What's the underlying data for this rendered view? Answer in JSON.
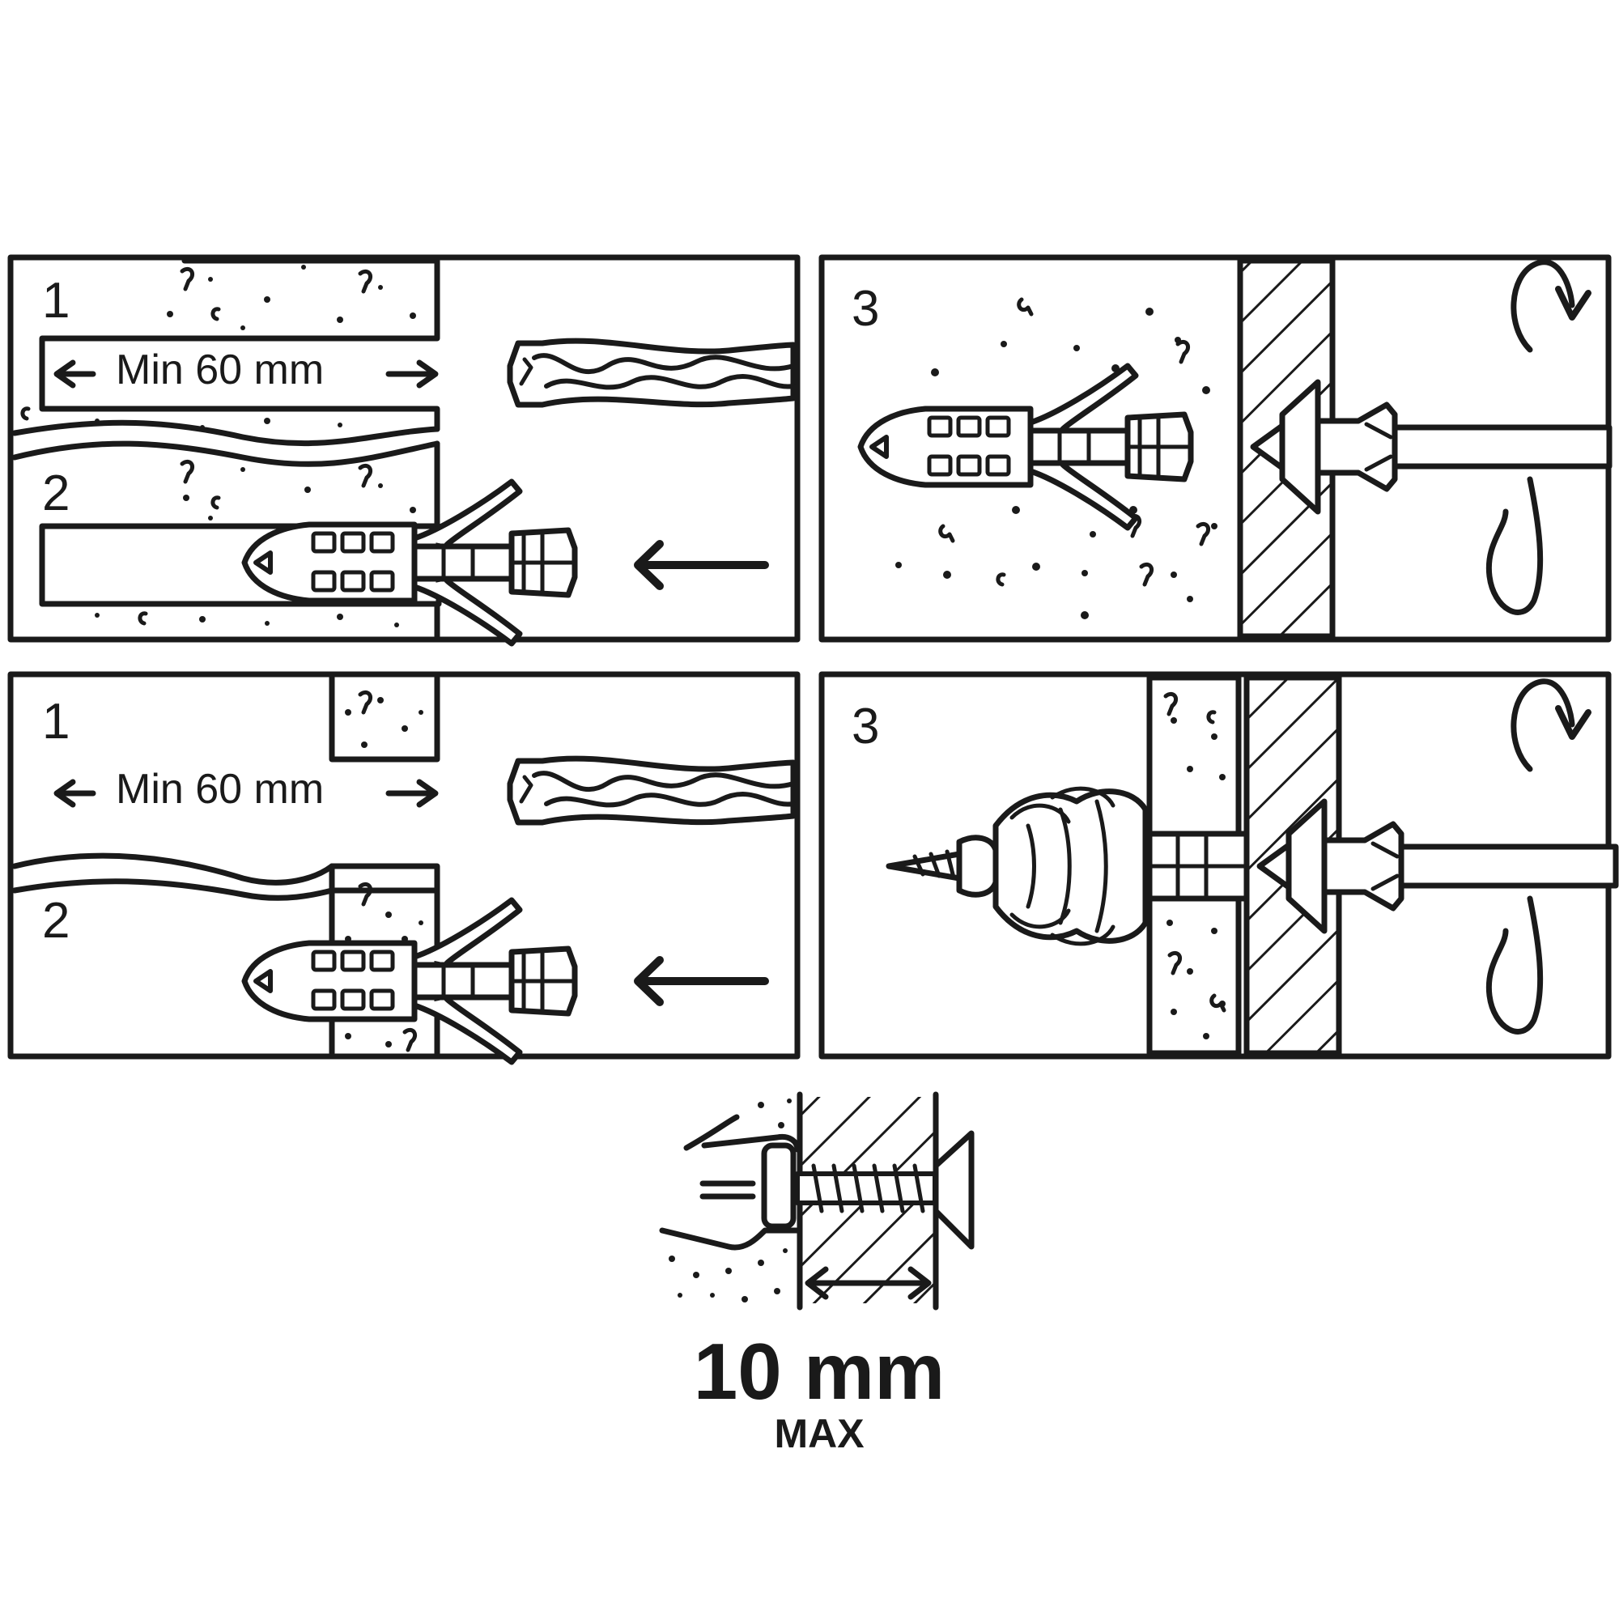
{
  "colors": {
    "ink": "#1a1a1a",
    "paper": "#ffffff"
  },
  "panels": [
    {
      "id": "solid-wall-drill-insert",
      "steps": [
        "1",
        "2"
      ],
      "dimension_label": "Min 60 mm"
    },
    {
      "id": "solid-wall-screw",
      "steps": [
        "3"
      ]
    },
    {
      "id": "hollow-wall-drill-insert",
      "steps": [
        "1",
        "2"
      ],
      "dimension_label": "Min 60 mm"
    },
    {
      "id": "hollow-wall-screw",
      "steps": [
        "3"
      ]
    }
  ],
  "footer": {
    "thickness_value": "10 mm",
    "thickness_qualifier": "MAX"
  },
  "icons": [
    "drill-bit-icon",
    "wall-plug-icon",
    "screwdriver-icon",
    "rotate-arrow-icon",
    "push-arrow-icon",
    "screw-icon"
  ]
}
